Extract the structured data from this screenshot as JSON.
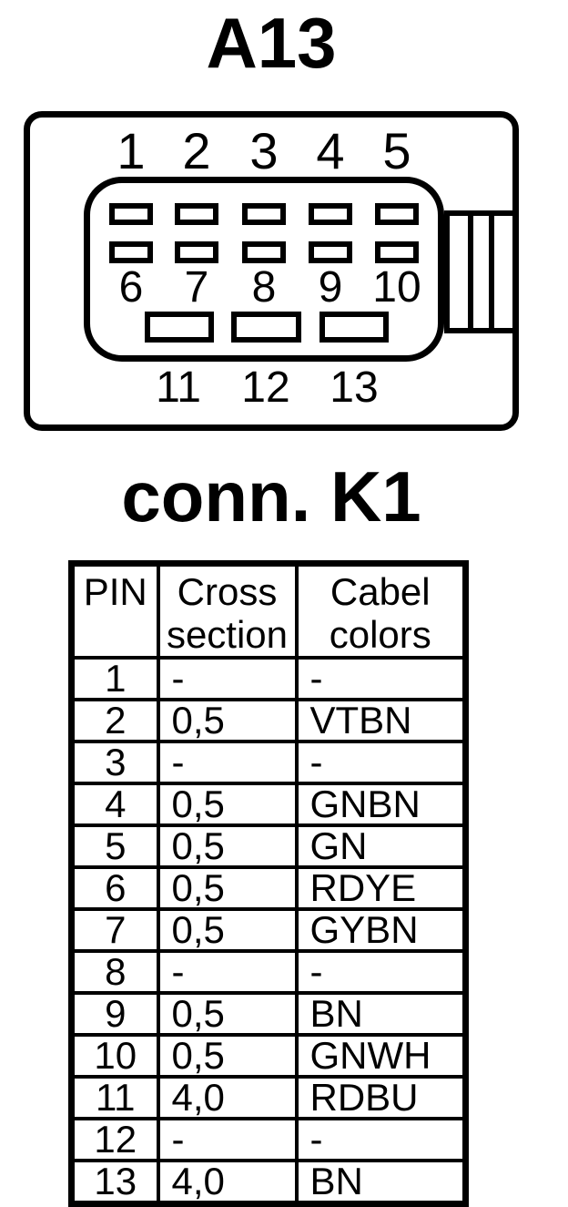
{
  "colors": {
    "ink": "#000000",
    "background": "#ffffff"
  },
  "diagram": {
    "title": "A13",
    "pins": {
      "top": [
        "1",
        "2",
        "3",
        "4",
        "5"
      ],
      "middle": [
        "6",
        "7",
        "8",
        "9",
        "10"
      ],
      "bottom": [
        "11",
        "12",
        "13"
      ]
    }
  },
  "subtitle": "conn. K1",
  "table": {
    "headers": {
      "pin": "PIN",
      "cross_section": "Cross section",
      "cable_colors": "Cabel colors"
    },
    "rows": [
      {
        "pin": "1",
        "cross": "-",
        "color": "-"
      },
      {
        "pin": "2",
        "cross": "0,5",
        "color": "VTBN"
      },
      {
        "pin": "3",
        "cross": "-",
        "color": "-"
      },
      {
        "pin": "4",
        "cross": "0,5",
        "color": "GNBN"
      },
      {
        "pin": "5",
        "cross": "0,5",
        "color": "GN"
      },
      {
        "pin": "6",
        "cross": "0,5",
        "color": "RDYE"
      },
      {
        "pin": "7",
        "cross": "0,5",
        "color": "GYBN"
      },
      {
        "pin": "8",
        "cross": "-",
        "color": "-"
      },
      {
        "pin": "9",
        "cross": "0,5",
        "color": "BN"
      },
      {
        "pin": "10",
        "cross": "0,5",
        "color": "GNWH"
      },
      {
        "pin": "11",
        "cross": "4,0",
        "color": "RDBU"
      },
      {
        "pin": "12",
        "cross": "-",
        "color": "-"
      },
      {
        "pin": "13",
        "cross": "4,0",
        "color": "BN"
      }
    ]
  }
}
